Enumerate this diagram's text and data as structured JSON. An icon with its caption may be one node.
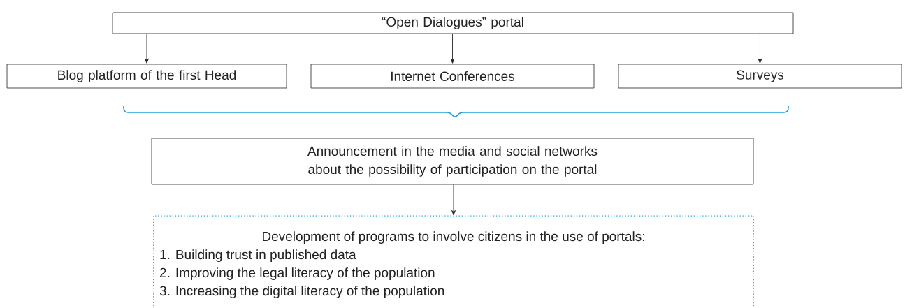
{
  "diagram": {
    "nodes": [
      {
        "text": [
          "“Open Dialogues” portal"
        ]
      },
      {
        "text": [
          "Blog platform of the first Head"
        ]
      },
      {
        "text": [
          "Internet Conferences"
        ]
      },
      {
        "text": [
          "Surveys"
        ]
      },
      {
        "text": [
          "Announcement in the media and social networks about the possibility of participation on the portal"
        ]
      },
      {
        "text": [
          "Development of programs to involve citizens in the use of portals:",
          "1. Building trust in published data",
          "2. Improving the legal literacy of the population",
          "3. Increasing the digital literacy of the population"
        ]
      }
    ],
    "edges": [
      {
        "from": 0,
        "to": 1,
        "arrow": "to"
      },
      {
        "from": 0,
        "to": 2,
        "arrow": "to"
      },
      {
        "from": 0,
        "to": 3,
        "arrow": "to"
      },
      {
        "from": 4,
        "to": 5,
        "arrow": "to"
      }
    ]
  }
}
